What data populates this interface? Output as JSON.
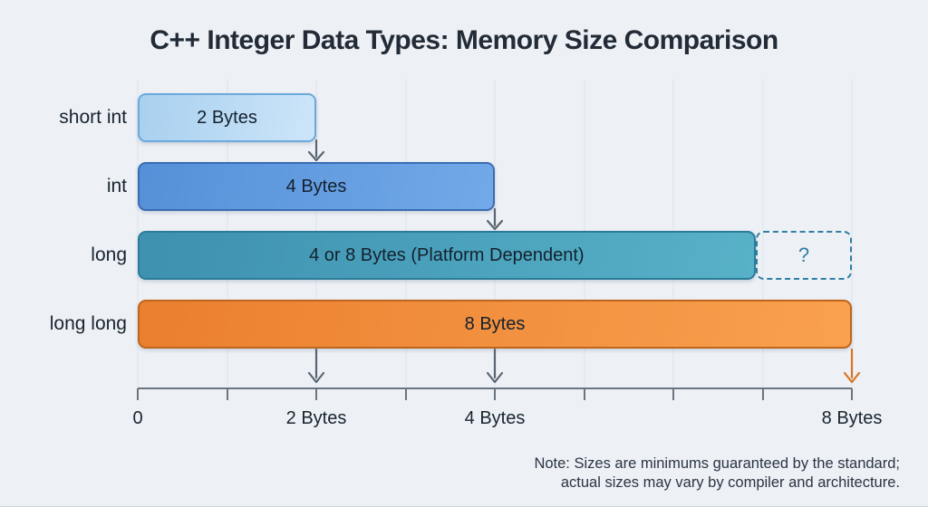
{
  "title": "C++ Integer Data Types: Memory Size Comparison",
  "note": {
    "line1": "Note: Sizes are minimums guaranteed by the standard;",
    "line2": "actual sizes may vary by compiler and architecture."
  },
  "colors": {
    "bg": "#edf1f6",
    "title_ink": "#222b36",
    "label_ink": "#18242f",
    "bar_ink": "#14212e",
    "axis_ink": "#6b7580",
    "grid_line": "#dde3ec",
    "arrow_ink": "#5b6572",
    "accent_arrow": "#d9741e",
    "dashed_ink": "#2f7ea3",
    "note_ink": "#2b3442"
  },
  "chart_data": {
    "type": "bar",
    "orientation": "horizontal",
    "title": "C++ Integer Data Types: Memory Size Comparison",
    "categories": [
      "short int",
      "int",
      "long",
      "long long"
    ],
    "values": [
      2,
      4,
      8,
      8
    ],
    "xlabel": "Bytes",
    "ylabel": "",
    "grid": true,
    "x_axis": {
      "range_bytes": [
        0,
        8
      ],
      "tick_step_bytes": 1,
      "tick_labels": [
        {
          "bytes": 0,
          "label": "0"
        },
        {
          "bytes": 2,
          "label": "2 Bytes"
        },
        {
          "bytes": 4,
          "label": "4 Bytes"
        },
        {
          "bytes": 8,
          "label": "8 Bytes"
        }
      ]
    },
    "rows": [
      {
        "label": "short int",
        "bar_text": "2 Bytes",
        "bytes": 2,
        "bar_bytes": 2,
        "fill_from": "#a8d0ef",
        "fill_to": "#cde5f9",
        "border": "#6ca9dd"
      },
      {
        "label": "int",
        "bar_text": "4 Bytes",
        "bytes": 4,
        "bar_bytes": 4,
        "fill_from": "#5590d8",
        "fill_to": "#72a9e8",
        "border": "#3a6cb2"
      },
      {
        "label": "long",
        "bar_text": "4 or 8 Bytes (Platform Dependent)",
        "bytes_min": 4,
        "bytes_max": 8,
        "bar_bytes": 6.92,
        "fill_from": "#3e91b0",
        "fill_to": "#57b1c7",
        "border": "#2b7c98",
        "uncertain_region": {
          "from_bytes": 6.92,
          "to_bytes": 8,
          "label": "?"
        }
      },
      {
        "label": "long long",
        "bar_text": "8 Bytes",
        "bytes": 8,
        "bar_bytes": 8,
        "fill_from": "#ea7f2e",
        "fill_to": "#f9a14f",
        "border": "#bf651c"
      }
    ],
    "annotations": {
      "arrows": [
        {
          "at_bytes": 2,
          "meaning": "short int size carried down to int row"
        },
        {
          "at_bytes": 4,
          "meaning": "int size carried down to long row"
        },
        {
          "at_bytes": 2,
          "meaning": "2-byte mark points to axis"
        },
        {
          "at_bytes": 4,
          "meaning": "4-byte mark points to axis"
        },
        {
          "at_bytes": 8,
          "meaning": "8-byte end of long long points to axis",
          "accent": true
        }
      ]
    }
  }
}
